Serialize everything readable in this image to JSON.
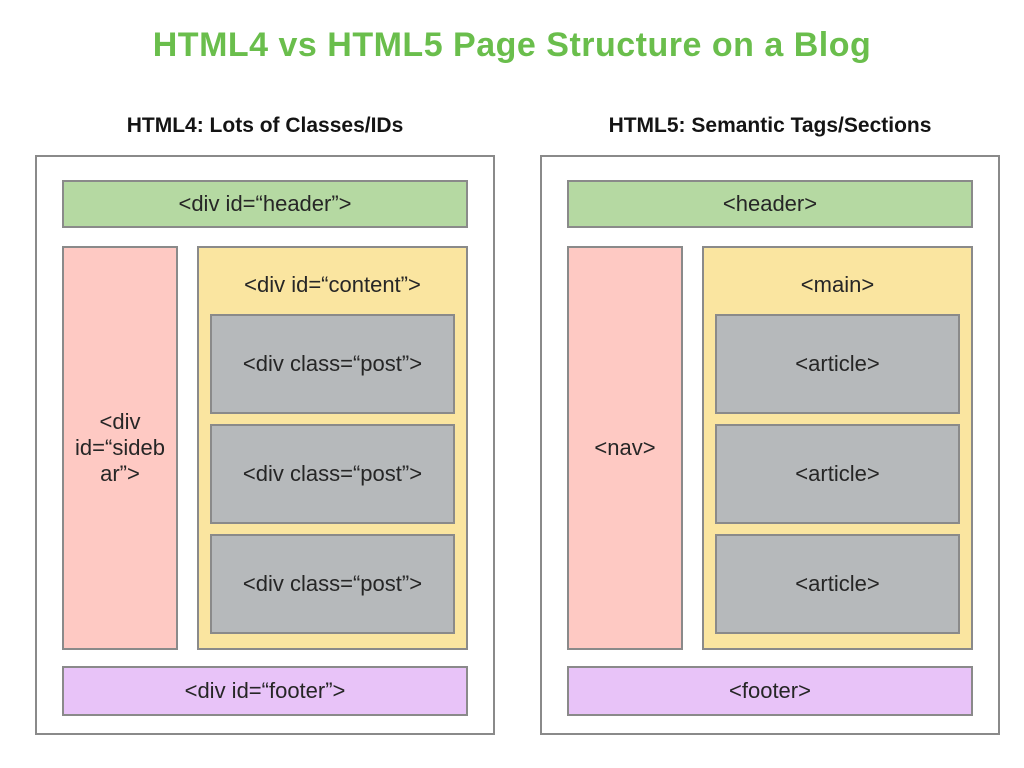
{
  "title": {
    "text": "HTML4 vs HTML5 Page Structure on a Blog"
  },
  "colors": {
    "title_green": "#6abe4c",
    "green": "#b5d9a2",
    "pink": "#fec9c3",
    "yellow": "#fae5a0",
    "gray": "#b6b9bb",
    "purple": "#e8c3f8",
    "border_gray": "#8a8a8a",
    "label_text": "#262626"
  },
  "columns": {
    "left": {
      "heading": "HTML4: Lots of Classes/IDs",
      "header_label": "<div id=“header”>",
      "sidebar_label": "<div\nid=“sideb\nar”>",
      "content_label": "<div id=“content”>",
      "posts": [
        "<div class=“post”>",
        "<div class=“post”>",
        "<div class=“post”>"
      ],
      "footer_label": "<div id=“footer”>"
    },
    "right": {
      "heading": "HTML5: Semantic Tags/Sections",
      "header_label": "<header>",
      "sidebar_label": "<nav>",
      "content_label": "<main>",
      "posts": [
        "<article>",
        "<article>",
        "<article>"
      ],
      "footer_label": "<footer>"
    }
  }
}
